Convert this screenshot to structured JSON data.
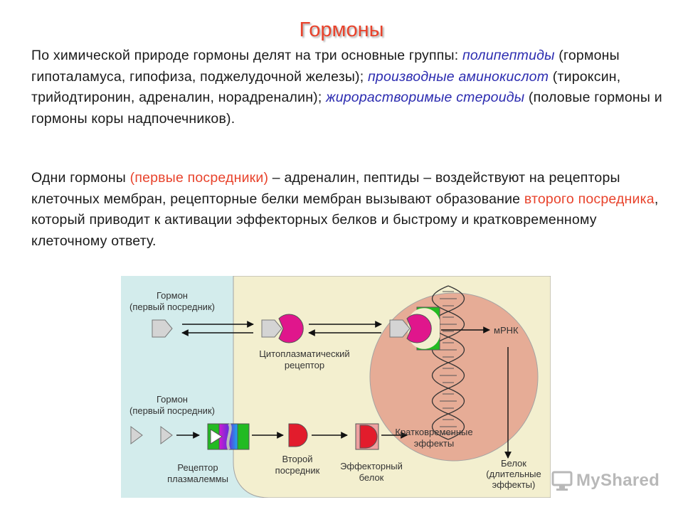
{
  "title": "Гормоны",
  "paragraph1": {
    "intro": "По химической природе гормоны делят на три основные группы: ",
    "group1": "полипептиды",
    "group1_desc": " (гормоны гипоталамуса, гипофиза, поджелудочной железы); ",
    "group2": "производные аминокислот",
    "group2_desc": " (тироксин, трийодтиронин, адреналин, норадреналин); ",
    "group3": "жирорастворимые стероиды",
    "group3_desc": " (половые гормоны и гормоны коры надпочечников)."
  },
  "paragraph2": {
    "t1": "Одни гормоны ",
    "first_messengers": "(первые посредники)",
    "t2": " – адреналин, пептиды – воздействуют на рецепторы клеточных мембран, рецепторные белки мембран вызывают образование ",
    "second_messenger": "второго посредника",
    "t3": ", который приводит к активации эффекторных белков и быстрому и кратковременному клеточному ответу."
  },
  "diagram": {
    "hormone_top_line1": "Гормон",
    "hormone_top_line2": "(первый посредник)",
    "cyto_receptor_line1": "Цитоплазматический",
    "cyto_receptor_line2": "рецептор",
    "mrna": "мРНК",
    "hormone_bottom_line1": "Гормон",
    "hormone_bottom_line2": "(первый посредник)",
    "short_effects_line1": "Кратковременные",
    "short_effects_line2": "эффекты",
    "receptor_line1": "Рецептор",
    "receptor_line2": "плазмалеммы",
    "second_line1": "Второй",
    "second_line2": "посредник",
    "effector_line1": "Эффекторный",
    "effector_line2": "белок",
    "protein_line1": "Белок",
    "protein_line2": "(длительные",
    "protein_line3": "эффекты)"
  },
  "watermark": "MyShared",
  "colors": {
    "title": "#e8432c",
    "highlight_blue": "#2b2bb0",
    "highlight_red": "#e8432c",
    "extracellular": "#d3ecec",
    "cytoplasm": "#f3efcf",
    "nucleus": "#e6ac96",
    "magenta": "#e0168c",
    "green": "#22bb22",
    "red_protein": "#e21c2c"
  }
}
